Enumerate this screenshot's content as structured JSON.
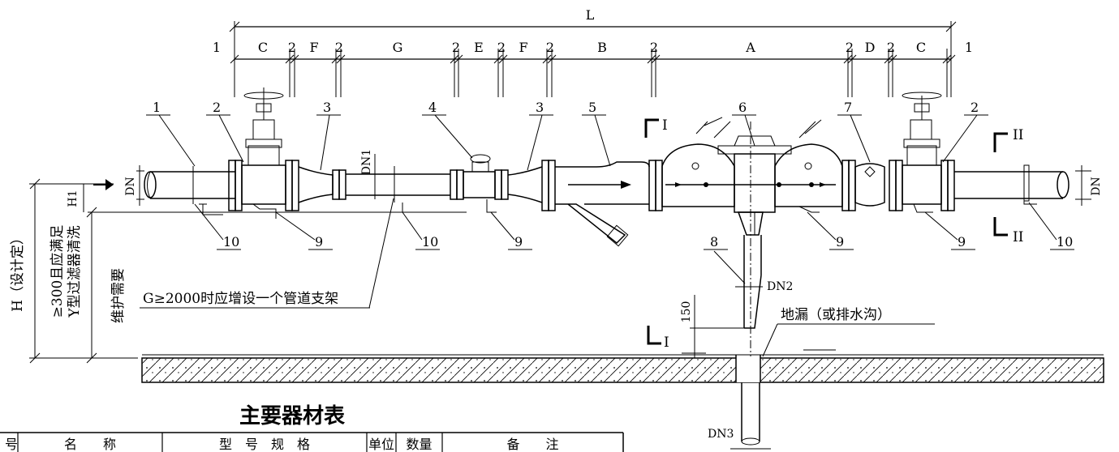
{
  "dimensions": {
    "overall": "L",
    "segments": [
      "1",
      "C",
      "2",
      "F",
      "2",
      "G",
      "2",
      "E",
      "2",
      "F",
      "2",
      "B",
      "2",
      "A",
      "2",
      "D",
      "2",
      "C",
      "1"
    ]
  },
  "labels": {
    "dn_left": "DN",
    "dn_right": "DN",
    "dn1": "DN1",
    "dn2": "DN2",
    "dn3": "DN3",
    "h1": "H1",
    "dim_150": "150",
    "section_1_top": "I",
    "section_1_bottom": "I",
    "section_2_top": "II",
    "section_2_bottom": "II"
  },
  "callouts": [
    "1",
    "2",
    "3",
    "4",
    "3",
    "5",
    "6",
    "7",
    "2",
    "10",
    "9",
    "10",
    "9",
    "8",
    "9",
    "9",
    "10"
  ],
  "annotations": {
    "height_main": "H（设计定）",
    "height_req_1": "≥300且应满足",
    "height_req_2": "Y型过滤器清洗",
    "height_req_3": "维护需要",
    "support_note": "G≥2000时应增设一个管道支架",
    "floor_drain": "地漏（或排水沟）"
  },
  "table": {
    "title": "主要器材表",
    "headers": [
      "号",
      "名　　称",
      "型　号　规　格",
      "单位",
      "数量",
      "备　　注"
    ]
  },
  "colors": {
    "line": "#000000",
    "background": "#ffffff"
  }
}
